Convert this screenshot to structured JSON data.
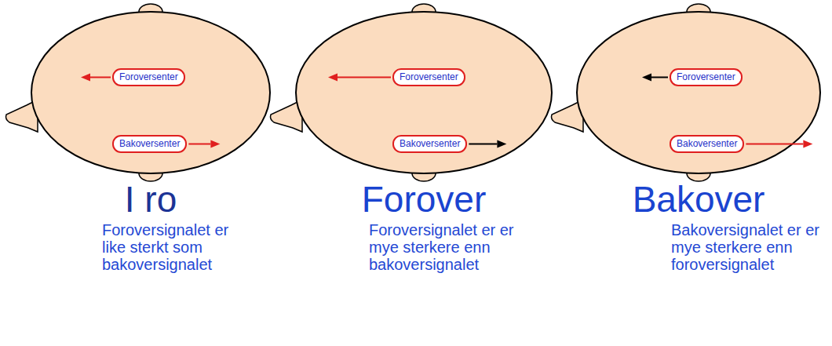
{
  "diagram": {
    "nodes": [
      {
        "text": [
          "I ro",
          "Foroversignalet er like sterkt som bakoversignalet"
        ]
      },
      {
        "text": [
          "Foroversenter"
        ],
        "in": 0
      },
      {
        "text": [
          "Bakoversenter"
        ],
        "in": 0
      },
      {
        "text": [
          "Forover",
          "Foroversignalet er er mye sterkere enn bakoversignalet"
        ]
      },
      {
        "text": [
          "Foroversenter"
        ],
        "in": 3
      },
      {
        "text": [
          "Bakoversenter"
        ],
        "in": 3
      },
      {
        "text": [
          "Bakover",
          "Bakoversignalet er er mye sterkere enn foroversignalet"
        ]
      },
      {
        "text": [
          "Foroversenter"
        ],
        "in": 6
      },
      {
        "text": [
          "Bakoversenter"
        ],
        "in": 6
      }
    ]
  }
}
